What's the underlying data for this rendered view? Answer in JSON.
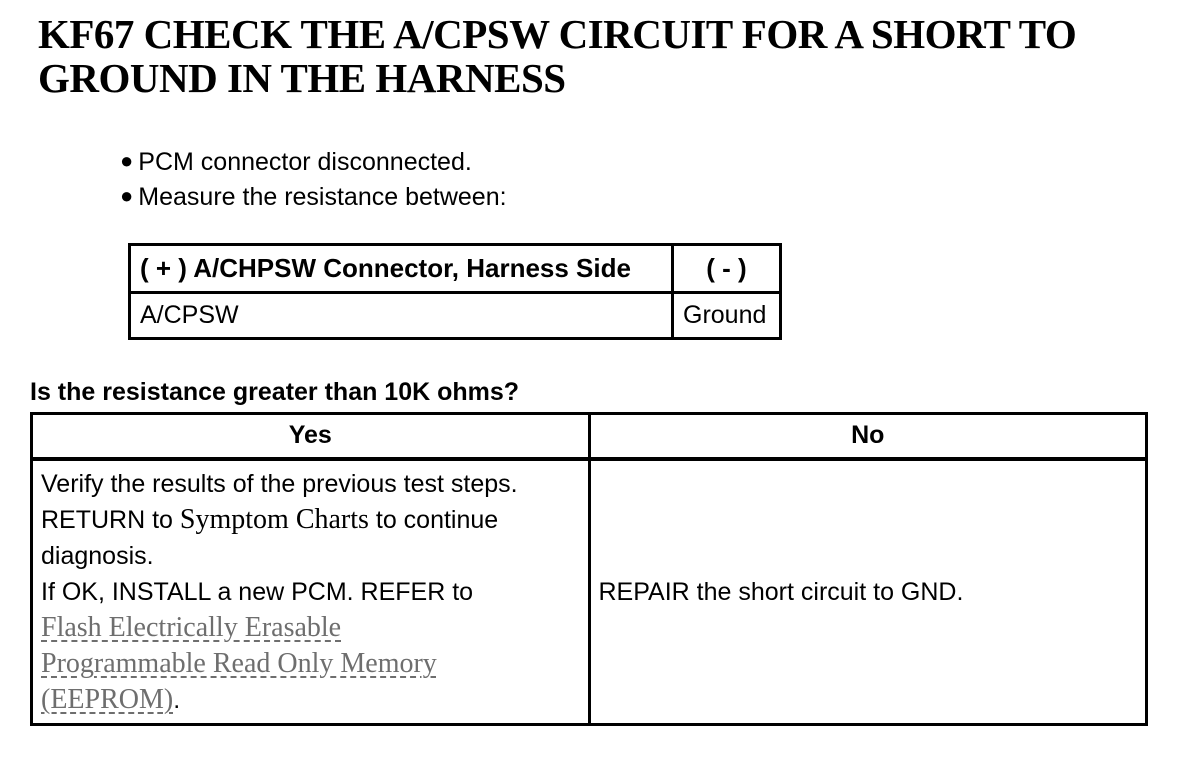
{
  "title": {
    "line1": "KF67 CHECK THE A/CPSW CIRCUIT FOR A SHORT TO",
    "line2": "GROUND IN THE HARNESS"
  },
  "bullets": [
    "PCM connector disconnected.",
    "Measure the resistance between:"
  ],
  "bullet_glyph": "●",
  "measurement_table": {
    "header": {
      "plus": "( + ) A/CHPSW Connector, Harness Side",
      "minus": "( - )"
    },
    "row": {
      "plus": "A/CPSW",
      "minus": "Ground"
    }
  },
  "question": "Is the resistance greater than 10K ohms?",
  "results_table": {
    "yes_header": "Yes",
    "no_header": "No",
    "yes": {
      "line1": "Verify the results of the previous test steps.",
      "return_prefix": "RETURN to ",
      "symptom_charts_link": "Symptom Charts",
      "return_suffix": " to continue diagnosis.",
      "ifok_text": "If OK, INSTALL a new PCM. REFER to",
      "eeprom_link_lines": [
        "Flash Electrically Erasable",
        "Programmable Read Only Memory",
        "(EEPROM)"
      ],
      "period": "."
    },
    "no_text": "REPAIR the short circuit to GND."
  },
  "colors": {
    "text": "#000000",
    "background": "#ffffff",
    "link_gray": "#6e6e6e"
  }
}
